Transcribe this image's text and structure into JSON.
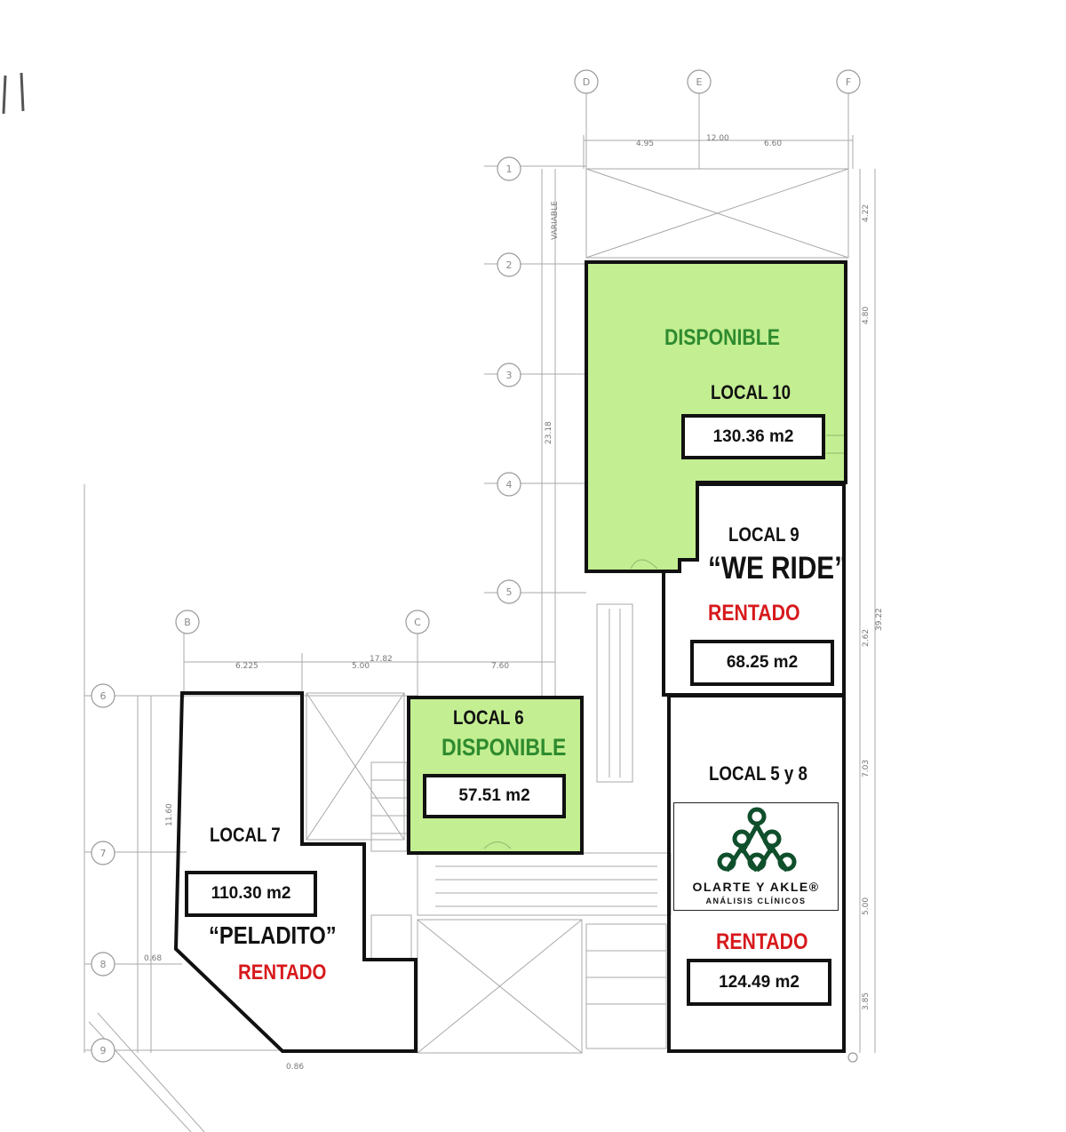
{
  "grid_axes": {
    "top": [
      "D",
      "E",
      "F"
    ],
    "left": [
      "1",
      "2",
      "3",
      "4",
      "5",
      "6",
      "7",
      "8",
      "9"
    ],
    "middle": [
      "B",
      "C"
    ]
  },
  "dimensions": {
    "top_total": "12.00",
    "top_left": "4.95",
    "top_right": "6.60",
    "mid_total": "17.82",
    "mid_a": "6.225",
    "mid_b": "5.00",
    "mid_c": "7.60",
    "vertical_total": "39.22",
    "vertical_mid": "23.18",
    "variable": "VARIABLE",
    "right_4_22": "4.22",
    "right_4_80": "4.80",
    "right_2_62": "2.62",
    "right_7_03": "7.03",
    "right_5_00": "5.00",
    "right_3_85": "3.85",
    "left_11_60": "11.60",
    "left_0_68": "0.68",
    "bottom_0_86": "0.86"
  },
  "locals": {
    "local10": {
      "status": "DISPONIBLE",
      "name": "LOCAL 10",
      "area": "130.36 m2"
    },
    "local9": {
      "name": "LOCAL 9",
      "tenant": "“WE RIDE”",
      "status": "RENTADO",
      "area": "68.25 m2"
    },
    "local6": {
      "name": "LOCAL 6",
      "status": "DISPONIBLE",
      "area": "57.51 m2"
    },
    "local7": {
      "name": "LOCAL 7",
      "area": "110.30 m2",
      "tenant": "“PELADITO”",
      "status": "RENTADO"
    },
    "local58": {
      "name": "LOCAL 5 y 8",
      "status": "RENTADO",
      "area": "124.49 m2"
    }
  },
  "logo": {
    "name": "OLARTE Y AKLE®",
    "subtitle": "ANÁLISIS CLÍNICOS"
  },
  "colors": {
    "available_fill": "#c3ee92",
    "available_text": "#2e8b2e",
    "rented_text": "#d7191c",
    "wall": "#111111",
    "drawing_lines": "#9a9a9a",
    "logo_green": "#0f4f2c"
  }
}
